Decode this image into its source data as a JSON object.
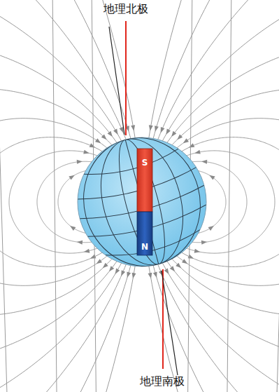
{
  "diagram": {
    "labels": [
      "地理北极",
      "S",
      "N",
      "地理南极"
    ]
  }
}
